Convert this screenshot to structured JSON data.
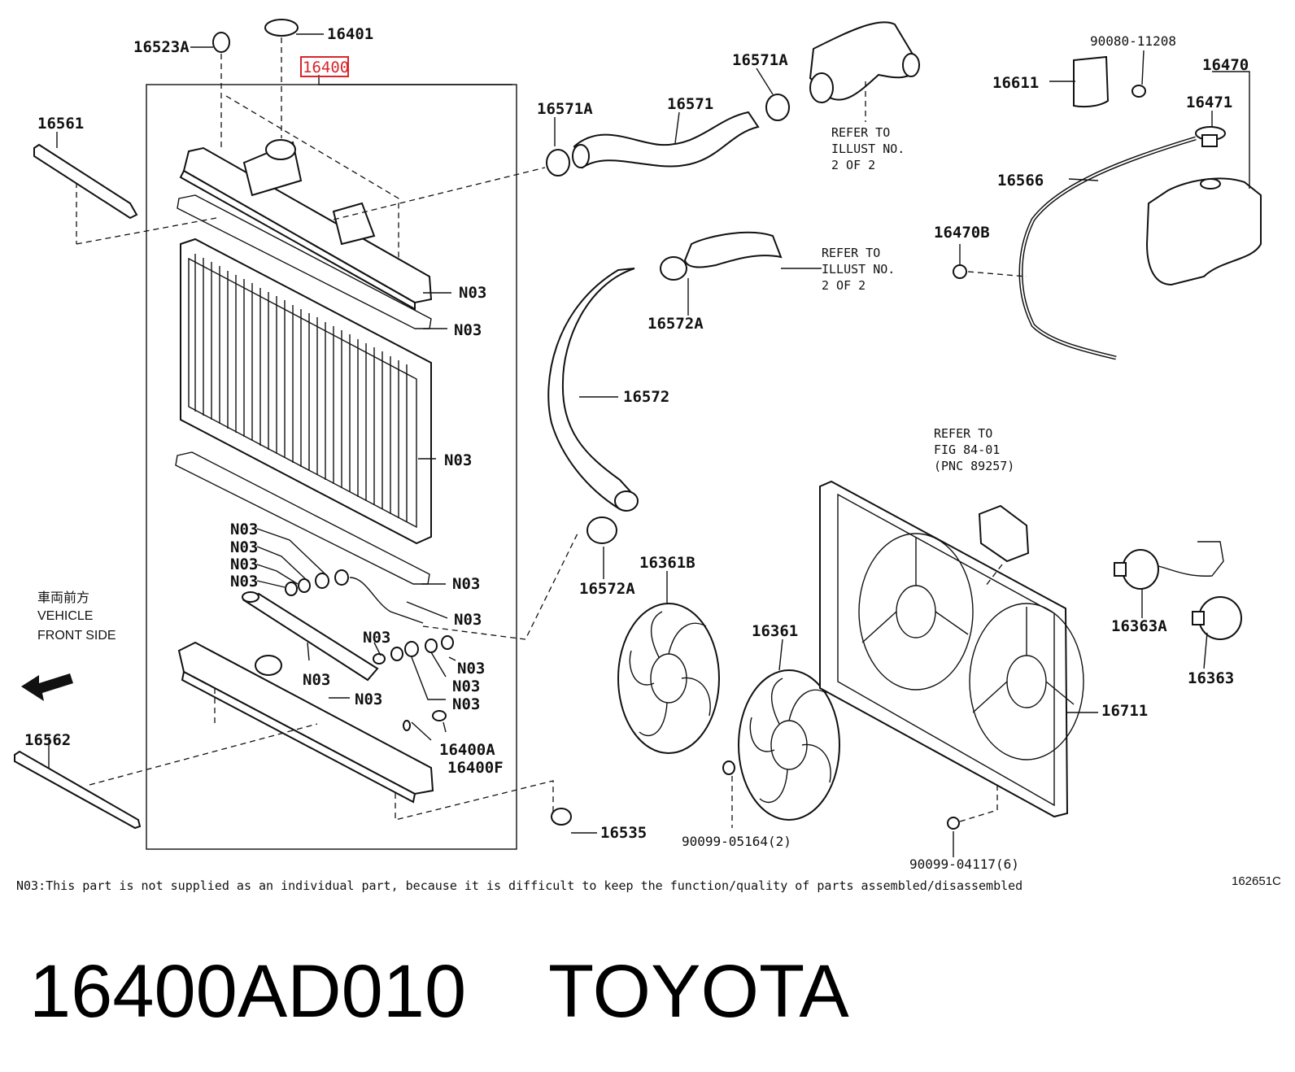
{
  "labels": {
    "p16523A": "16523A",
    "p16401": "16401",
    "p16400": "16400",
    "p16561": "16561",
    "p16571A_top": "16571A",
    "p16571": "16571",
    "p16571A_left": "16571A",
    "p16572A_top": "16572A",
    "p16572": "16572",
    "p16572A_bottom": "16572A",
    "p16361B": "16361B",
    "p16361": "16361",
    "p16711": "16711",
    "p16363A": "16363A",
    "p16363": "16363",
    "p16611": "16611",
    "p90080": "90080-11208",
    "p16470": "16470",
    "p16471": "16471",
    "p16566": "16566",
    "p16470B": "16470B",
    "p16562": "16562",
    "p16535": "16535",
    "p16400A": "16400A",
    "p16400F": "16400F",
    "p90099_05164": "90099-05164(2)",
    "p90099_04117": "90099-04117(6)",
    "n03": "N03"
  },
  "refs": {
    "ref1": [
      "REFER TO",
      "ILLUST NO.",
      "2 OF 2"
    ],
    "ref2": [
      "REFER TO",
      "ILLUST NO.",
      "2 OF 2"
    ],
    "ref3": [
      "REFER TO",
      "FIG 84-01",
      "(PNC 89257)"
    ]
  },
  "front": {
    "jp": "車両前方",
    "en1": "VEHICLE",
    "en2": "FRONT SIDE"
  },
  "footnote": "N03:This part is not supplied as an individual part, because it is difficult to keep the function/quality of parts assembled/disassembled",
  "figure_code": "162651C",
  "heading": {
    "part_number": "16400AD010",
    "brand": "TOYOTA"
  },
  "colors": {
    "highlight": "#d9252b"
  }
}
